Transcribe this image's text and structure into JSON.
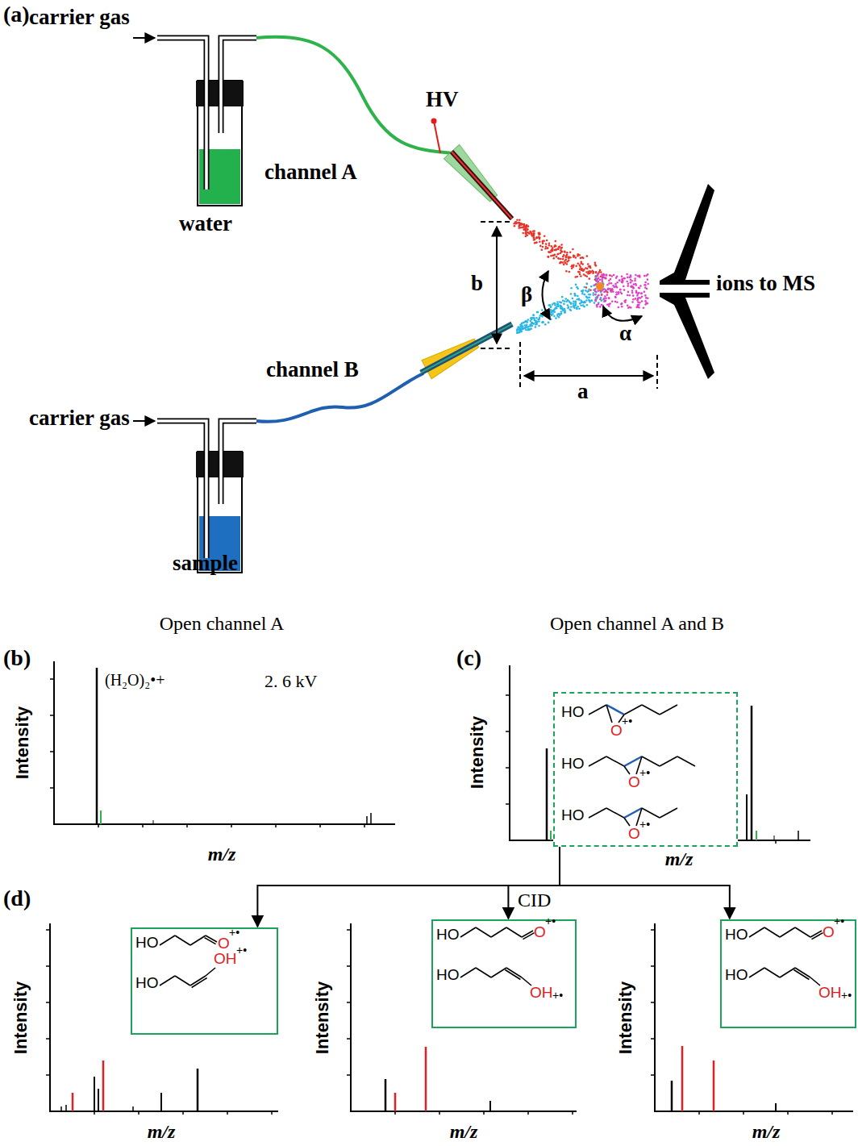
{
  "diagram": {
    "nodes": [
      {
        "text": [
          "HO",
          "O",
          "+•",
          "HO",
          "O",
          "+•",
          "HO",
          "O",
          "+•"
        ]
      },
      {
        "text": [
          "HO",
          "O",
          "+•",
          "HO",
          "OH",
          "+•"
        ]
      },
      {
        "text": [
          "HO",
          "O",
          "+•",
          "HO",
          "OH",
          "+•"
        ]
      },
      {
        "text": [
          "HO",
          "O",
          "+•",
          "HO",
          "OH",
          "+•"
        ]
      }
    ],
    "edges": [
      {
        "from": 0,
        "to": 1,
        "arrow": "to"
      },
      {
        "from": 0,
        "to": 2,
        "label": "CID",
        "arrow": "to"
      },
      {
        "from": 0,
        "to": 3,
        "arrow": "to"
      }
    ],
    "labels": [
      "(a)",
      "carrier gas",
      "HV",
      "channel A",
      "water",
      "b",
      "β",
      "α",
      "ions to MS",
      "a",
      "channel B",
      "carrier gas",
      "sample",
      "Open channel A",
      "Open channel A and B",
      "(b)",
      "(H₂O)₂•+",
      "2. 6 kV",
      "Intensity",
      "m/z",
      "(c)",
      "Intensity",
      "m/z",
      "(d)",
      "Intensity",
      "m/z",
      "Intensity",
      "m/z",
      "Intensity",
      "m/z"
    ]
  }
}
